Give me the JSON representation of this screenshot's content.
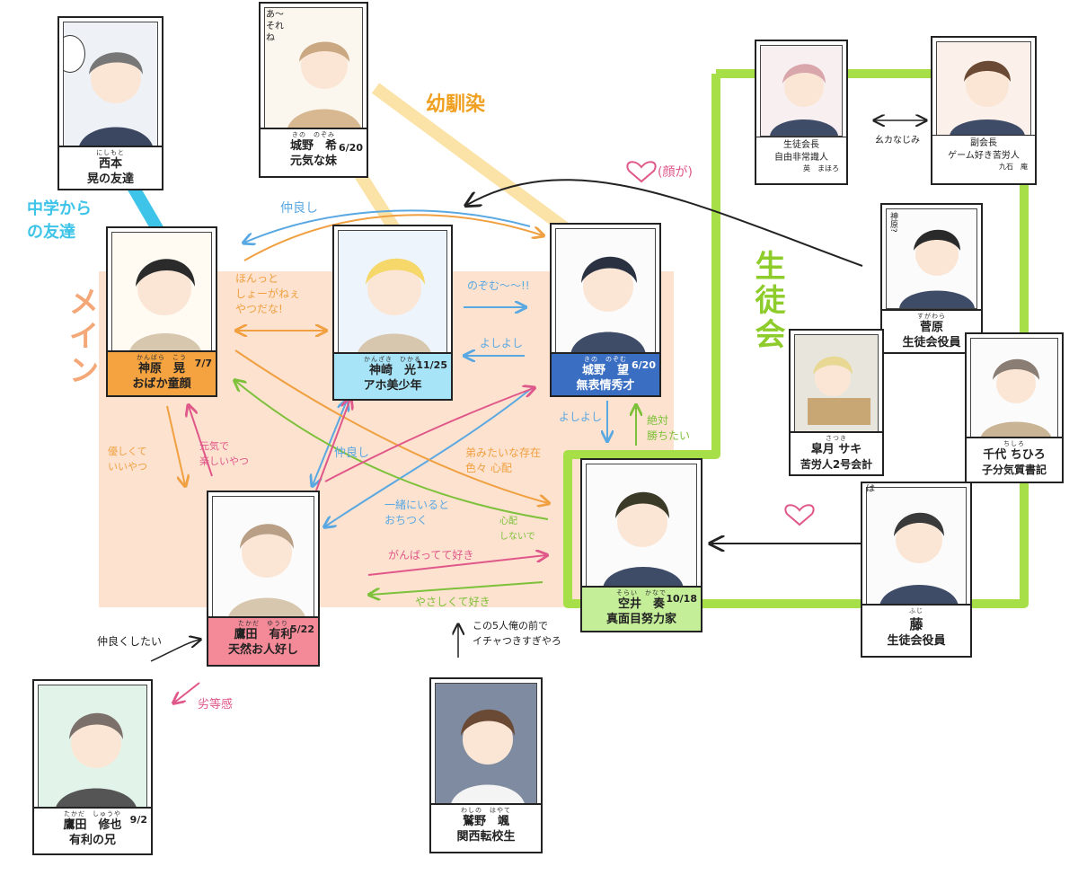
{
  "zones": {
    "main_label": "メイン",
    "council_label": "生徒会",
    "osananajimi": "幼馴染",
    "chugaku": "中学から\nの友達"
  },
  "colors": {
    "main_zone": "#fde2cf",
    "council": "#a7df48",
    "osananajimi": "#fbe2a6",
    "chugaku": "#3dc4e8",
    "main_text": "#f5a877",
    "blue": "#5aa8e2",
    "orange": "#f0a040",
    "pink": "#e0588a",
    "green": "#7dc03a",
    "black": "#222222"
  },
  "characters": {
    "nishimoto": {
      "ruby": "にしもと",
      "name": "西本",
      "tag": "晃の友達"
    },
    "nozomi_sis": {
      "ruby": "きの　のぞみ",
      "name": "城野　希",
      "tag": "元気な妹",
      "bday": "6/20",
      "bubble": "あ〜\nそれ\nね"
    },
    "akira": {
      "ruby": "かんばら　こう",
      "name": "神原　晃",
      "tag": "おばか童顔",
      "bday": "7/7",
      "color": "#f5a340"
    },
    "hikaru": {
      "ruby": "かんざき　ひかる",
      "name": "神崎　光",
      "tag": "アホ美少年",
      "bday": "11/25",
      "color": "#a8e4f8"
    },
    "nozomu": {
      "ruby": "きの　のぞむ",
      "name": "城野　望",
      "tag": "無表情秀才",
      "bday": "6/20",
      "color": "#3a6ec2"
    },
    "kanade": {
      "ruby": "そらい　かなで",
      "name": "空井　奏",
      "tag": "真面目努力家",
      "bday": "10/18",
      "color": "#c4ef98"
    },
    "yuri": {
      "ruby": "たかだ　ゆうり",
      "name": "鷹田　有利",
      "tag": "天然お人好し",
      "bday": "5/22",
      "color": "#f48a98"
    },
    "shuya": {
      "ruby": "たかだ　しゅうや",
      "name": "鷹田　修也",
      "tag": "有利の兄",
      "bday": "9/2"
    },
    "hayate": {
      "ruby": "わしの　はやて",
      "name": "鷲野　颯",
      "tag": "関西転校生"
    },
    "kaichou": {
      "role": "生徒会長",
      "tag": "自由非常識人",
      "name": "英　まほろ"
    },
    "fukukaichou": {
      "role": "副会長",
      "tag": "ゲーム好き苦労人",
      "name": "九石　庵"
    },
    "sugawara": {
      "ruby": "すがわら",
      "name": "菅原",
      "tag": "生徒会役員",
      "bubble": "神原?"
    },
    "satsuki": {
      "ruby": "さつき",
      "name": "皐月 サキ",
      "tag": "苦労人2号会計"
    },
    "chishiro": {
      "ruby": "ちしろ",
      "name": "千代 ちひろ",
      "tag": "子分気質書記"
    },
    "fuji": {
      "ruby": "ふじ",
      "name": "藤",
      "tag": "生徒会役員",
      "bubble": "は"
    }
  },
  "notes": {
    "nakayoshi_top": "仲良し",
    "honnto": "ほんっと\nしょーがねぇ\nやつだな!",
    "nozomu_call": "のぞむ〜〜!!",
    "yoshiyoshi1": "よしよし",
    "yoshiyoshi2": "よしよし",
    "zettai": "絶対\n勝ちたい",
    "kao": "(顔が)",
    "osananajimi_small": "幺カなじみ",
    "yasashikute": "優しくて\nいいやつ",
    "genkide": "元気で\n楽しいやつ",
    "nakayoshi_mid": "仲良し",
    "otouto": "弟みたいな存在\n色々 心配",
    "issho": "一緒にいると\nおちつく",
    "shinpai": "心配\nしないで",
    "ganbatte": "がんばってて好き",
    "yasashikute_suki": "やさしくて好き",
    "nakayoku": "仲良くしたい",
    "rettoukan": "劣等感",
    "kono5nin": "この5人俺の前で\nイチャつきすぎやろ"
  }
}
